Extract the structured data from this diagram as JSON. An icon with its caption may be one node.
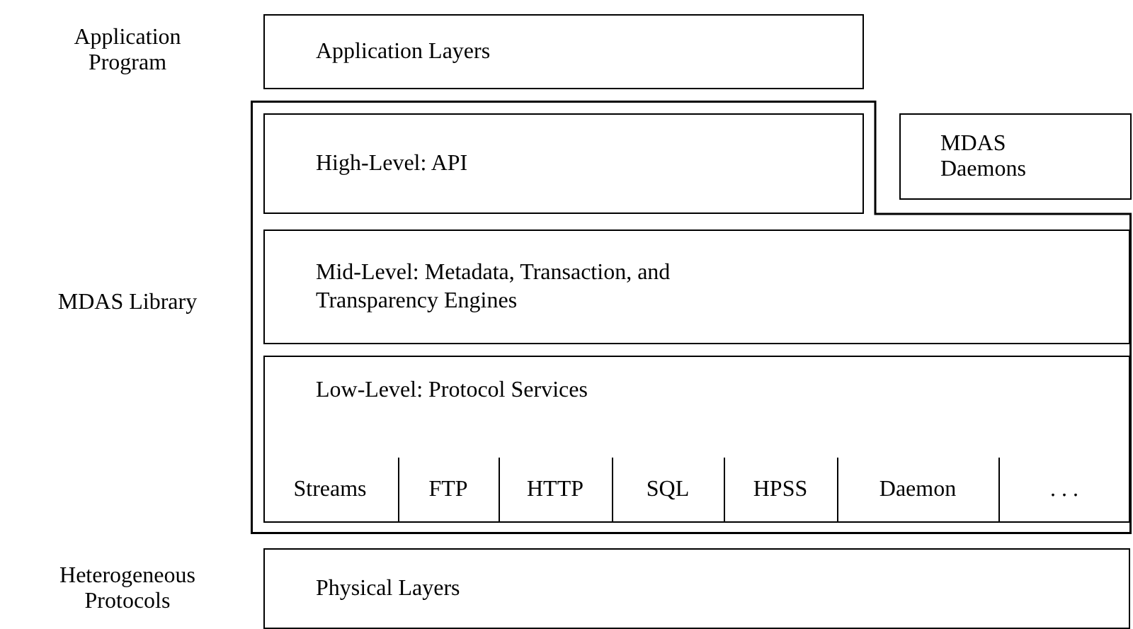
{
  "diagram": {
    "nodes": [
      {
        "text": [
          "Application Layers"
        ]
      },
      {
        "text": [],
        "shape": "box"
      },
      {
        "text": [
          "High-Level: API"
        ],
        "in": 1
      },
      {
        "text": [
          "MDAS Daemons"
        ]
      },
      {
        "text": [
          "Mid-Level: Metadata, Transaction, and Transparency Engines"
        ],
        "in": 1
      },
      {
        "text": [
          "Low-Level: Protocol Services"
        ],
        "in": 1
      },
      {
        "text": [
          "Streams"
        ],
        "in": 5
      },
      {
        "text": [
          "FTP"
        ],
        "in": 5
      },
      {
        "text": [
          "HTTP"
        ],
        "in": 5
      },
      {
        "text": [
          "SQL"
        ],
        "in": 5
      },
      {
        "text": [
          "HPSS"
        ],
        "in": 5
      },
      {
        "text": [
          "Daemon"
        ],
        "in": 5
      },
      {
        "text": [
          ". . ."
        ],
        "in": 5
      },
      {
        "text": [
          "Physical Layers"
        ]
      }
    ],
    "labels": [
      "Application Program",
      "MDAS Library",
      "Heterogeneous Protocols"
    ]
  }
}
